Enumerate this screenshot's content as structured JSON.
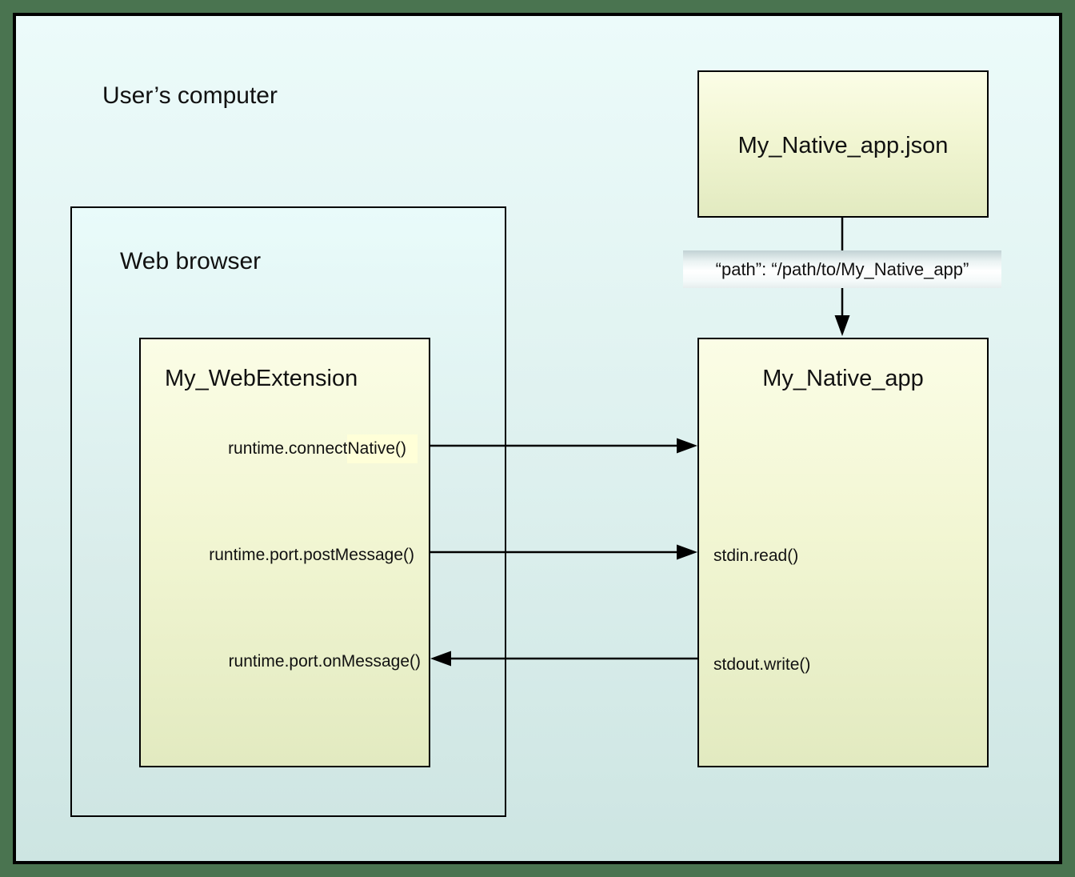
{
  "colors": {
    "page_background": "#4a7450",
    "canvas_gradient_top": "#ecfbfa",
    "canvas_gradient_bottom": "#cde5e2",
    "node_gradient_top": "#fbfde6",
    "node_gradient_bottom": "#e2eac0",
    "connect_native_highlight": "#ffffd8",
    "border": "#000000"
  },
  "labels": {
    "users_computer": "User’s computer",
    "web_browser": "Web browser"
  },
  "json_box": {
    "title": "My_Native_app.json"
  },
  "path_annotation": {
    "text": "“path”: “/path/to/My_Native_app”"
  },
  "webext_box": {
    "title": "My_WebExtension",
    "connect_native_prefix": "runtime.connect",
    "connect_native_highlight": "Native()",
    "post_message": "runtime.port.postMessage()",
    "on_message": "runtime.port.onMessage()"
  },
  "native_box": {
    "title": "My_Native_app",
    "stdin_read": "stdin.read()",
    "stdout_write": "stdout.write()"
  }
}
